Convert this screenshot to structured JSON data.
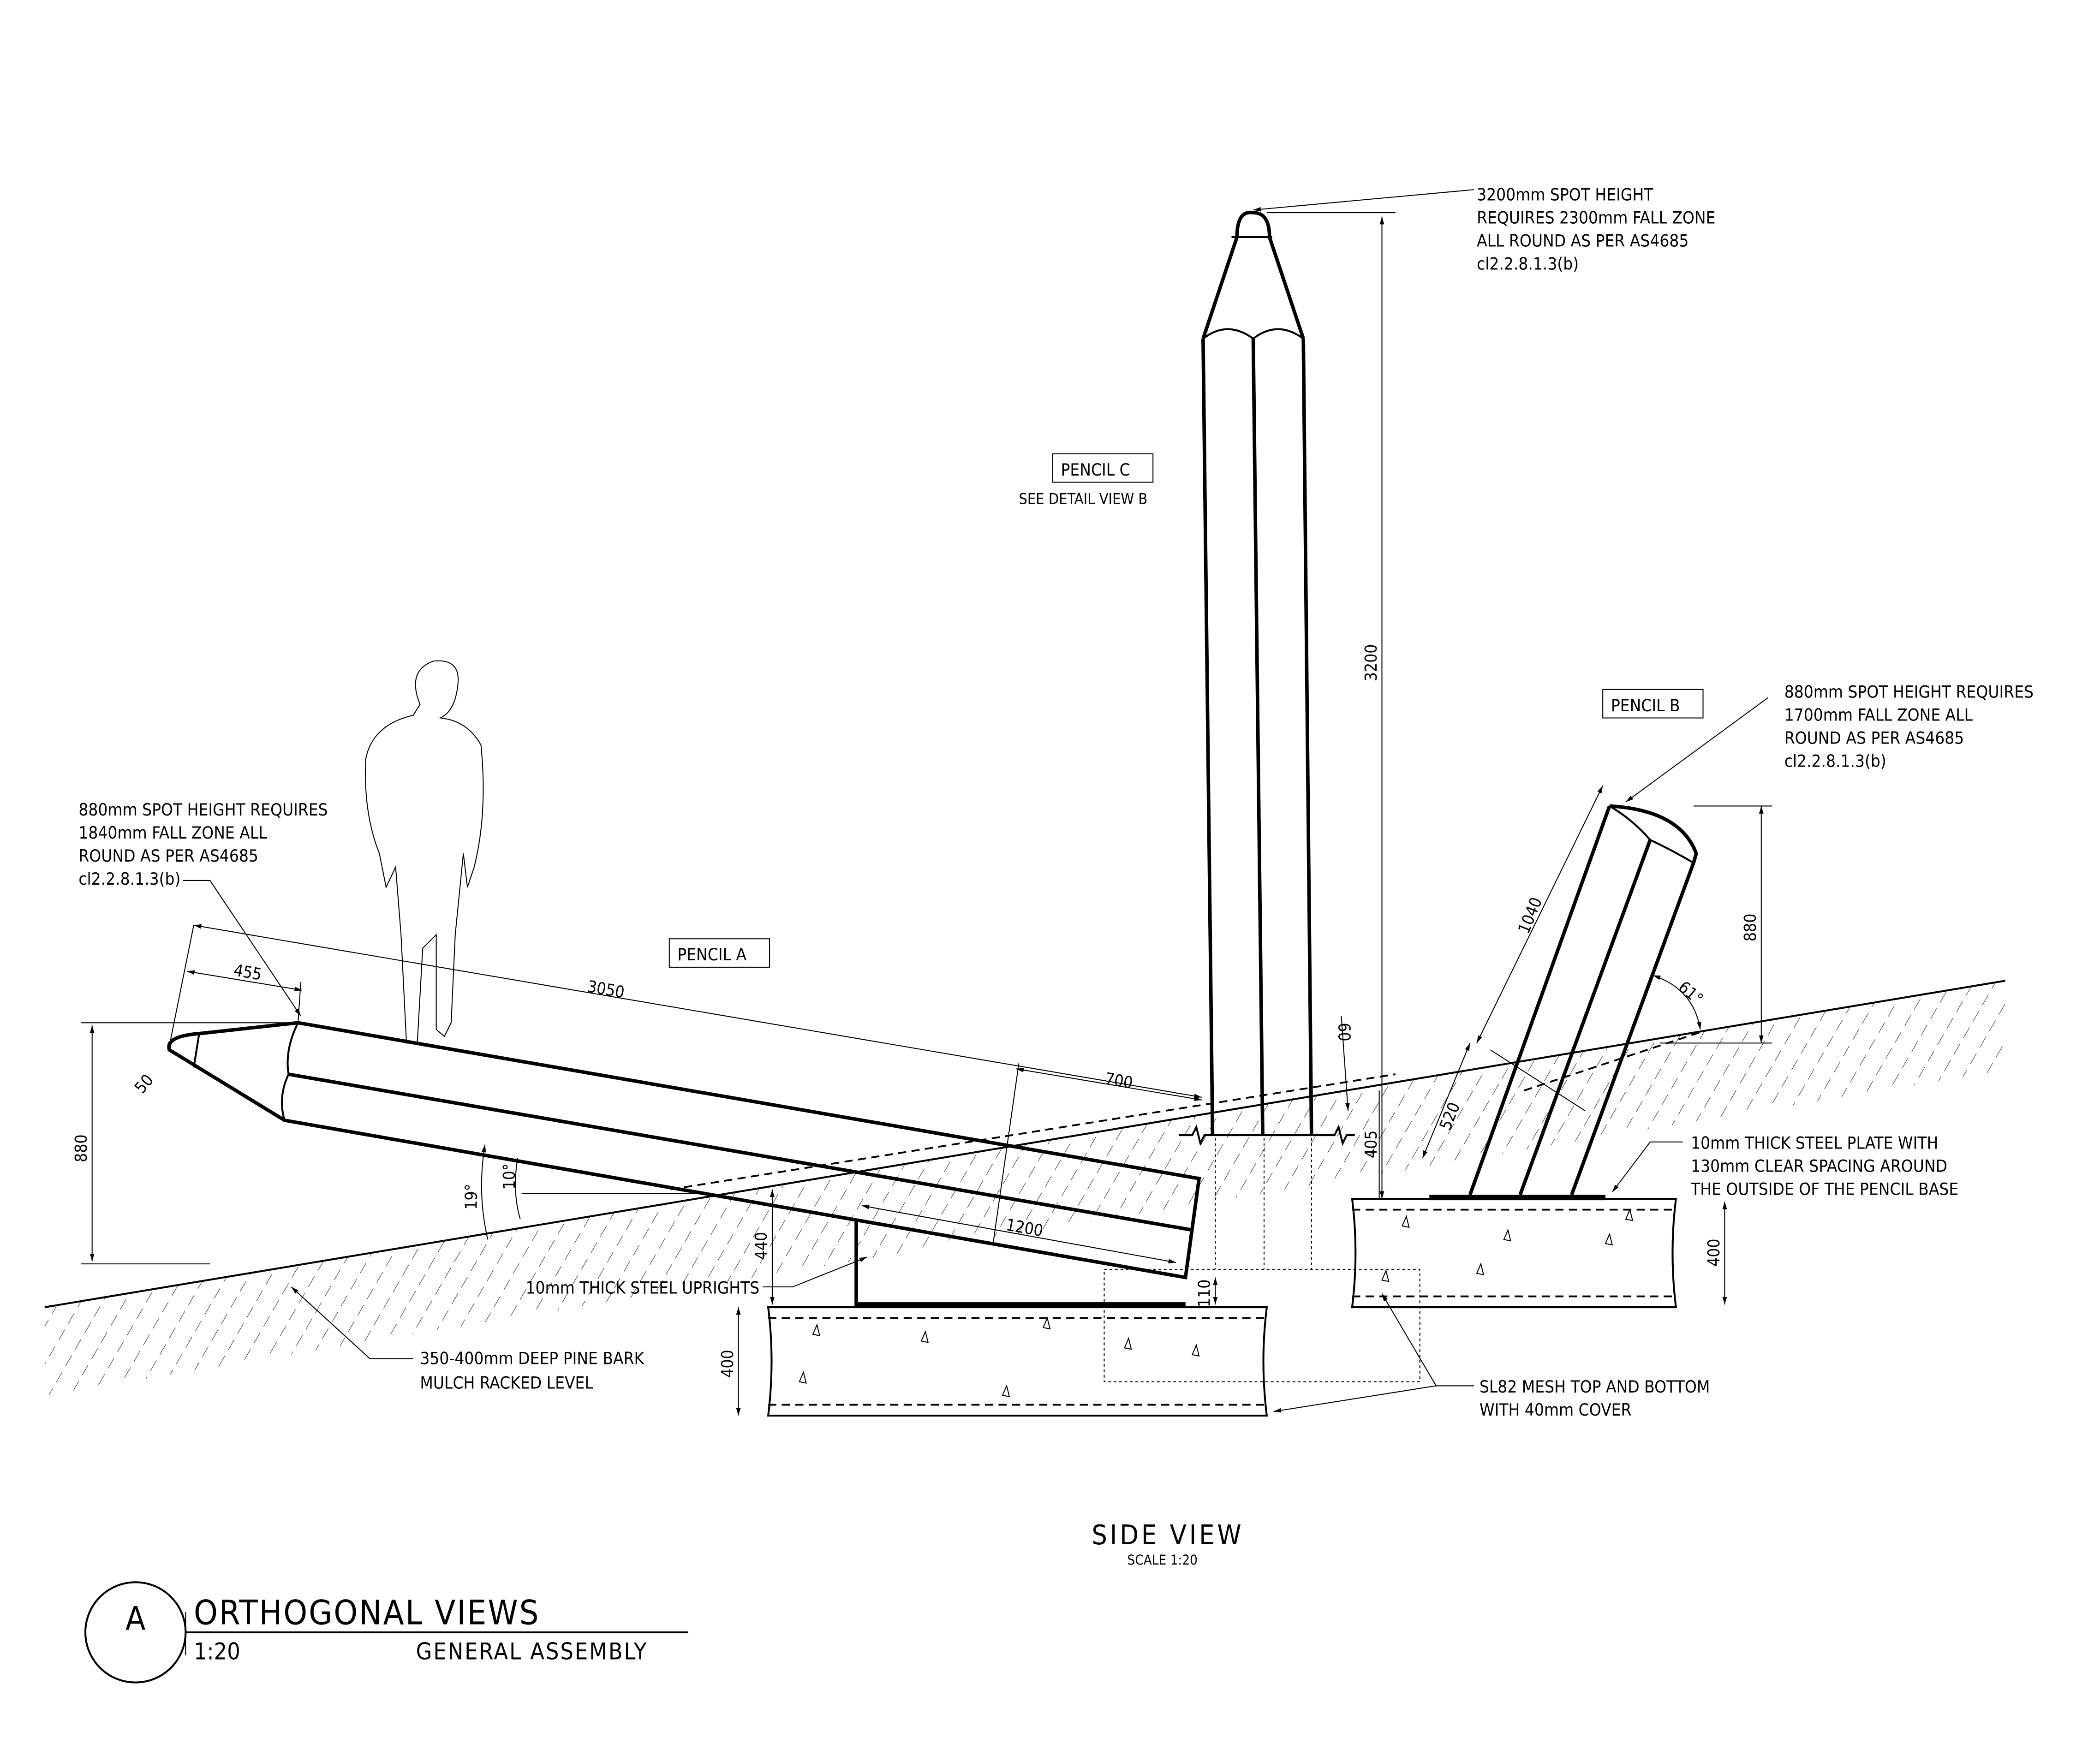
{
  "pencil_a": {
    "label": "PENCIL A",
    "note": [
      "880mm SPOT HEIGHT REQUIRES",
      "1840mm FALL ZONE ALL",
      "ROUND AS PER AS4685",
      "cl2.2.8.1.3(b)"
    ],
    "dims": {
      "length": "3050",
      "tip": "455",
      "tip_radius": "50",
      "height": "880",
      "offset": "700",
      "upright": "1200",
      "angle_ground": "19°",
      "angle_pencil": "10°",
      "upright_height": "440",
      "clearance": "110"
    }
  },
  "pencil_b": {
    "label": "PENCIL B",
    "note": [
      "880mm SPOT HEIGHT REQUIRES",
      "1700mm FALL ZONE ALL",
      "ROUND AS PER AS4685",
      "cl2.2.8.1.3(b)"
    ],
    "dims": {
      "length": "1040",
      "embed": "520",
      "height": "880",
      "angle": "61°",
      "slab": "400"
    }
  },
  "pencil_c": {
    "label": "PENCIL C",
    "sublabel": "SEE DETAIL VIEW B",
    "note": [
      "3200mm SPOT HEIGHT",
      "REQUIRES 2300mm FALL ZONE",
      "ALL ROUND AS PER AS4685",
      "cl2.2.8.1.3(b)"
    ],
    "dims": {
      "height": "3200",
      "embed": "405",
      "offset": "60"
    }
  },
  "callouts": {
    "uprights": "10mm THICK STEEL UPRIGHTS",
    "mulch": [
      "350-400mm DEEP PINE BARK",
      "MULCH RACKED LEVEL"
    ],
    "plate": [
      "10mm THICK STEEL PLATE WITH",
      "130mm CLEAR SPACING AROUND",
      "THE OUTSIDE OF THE PENCIL BASE"
    ],
    "mesh": [
      "SL82 MESH TOP AND BOTTOM",
      "WITH 40mm COVER"
    ],
    "slab_left": "400"
  },
  "view": {
    "title": "SIDE VIEW",
    "scale": "SCALE 1:20"
  },
  "title_block": {
    "letter": "A",
    "title": "ORTHOGONAL VIEWS",
    "scale": "1:20",
    "subtitle": "GENERAL ASSEMBLY"
  }
}
